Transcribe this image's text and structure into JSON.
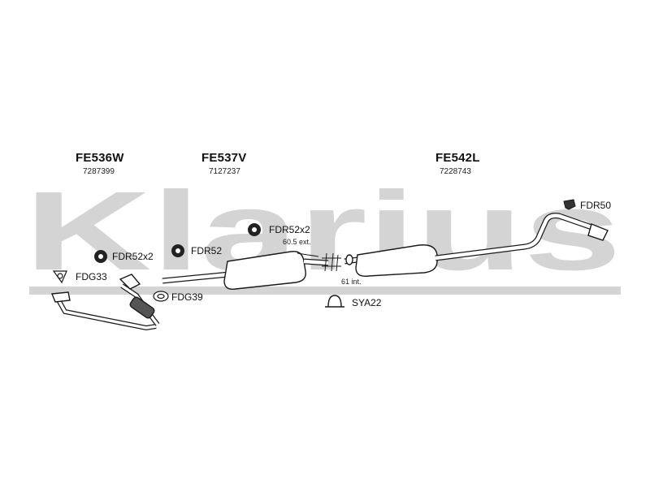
{
  "watermark": {
    "text": "Klarius",
    "color": "#d4d4d4"
  },
  "colors": {
    "line": "#1a1a1a",
    "fill": "#ffffff",
    "rubber": "#222222"
  },
  "sections": [
    {
      "code": "FE536W",
      "number": "7287399"
    },
    {
      "code": "FE537V",
      "number": "7127237"
    },
    {
      "code": "FE542L",
      "number": "7228743"
    }
  ],
  "accessories": {
    "fdr52x2_front": "FDR52x2",
    "fdr52": "FDR52",
    "fdr52x2_mid": "FDR52x2",
    "fdr50": "FDR50",
    "fdg33": "FDG33",
    "fdg39": "FDG39",
    "sya22": "SYA22"
  },
  "dimensions": {
    "ext": "60.5 ext.",
    "int": "61 int."
  }
}
